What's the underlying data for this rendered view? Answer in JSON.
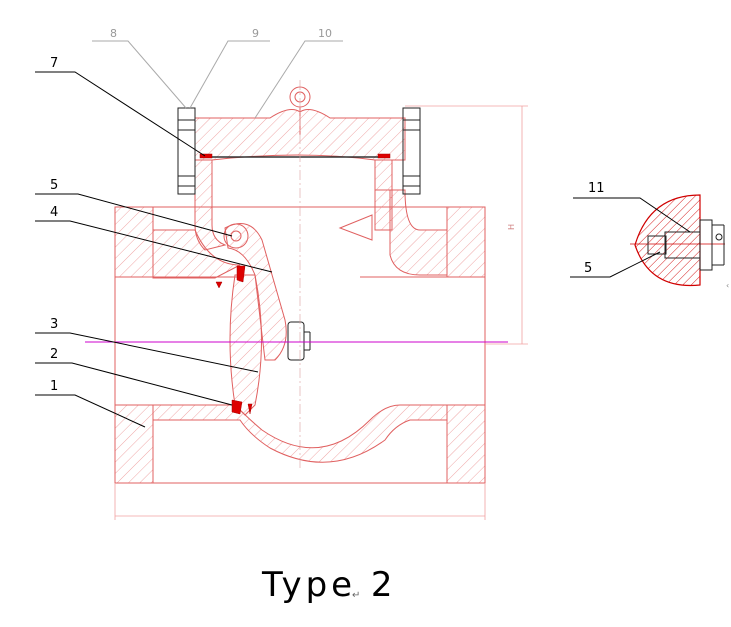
{
  "caption": "Type 2",
  "caption_mark": "↵",
  "detail_mark": "‹",
  "height_dim_mark": "H",
  "colors": {
    "body": "#e06060",
    "seal": "#dd0000",
    "axis": "#cc00cc",
    "leader": "#000000",
    "leader_faded": "#aaaaaa"
  },
  "callouts": [
    {
      "id": "1",
      "label": "1"
    },
    {
      "id": "2",
      "label": "2"
    },
    {
      "id": "3",
      "label": "3"
    },
    {
      "id": "4",
      "label": "4"
    },
    {
      "id": "5",
      "label": "5"
    },
    {
      "id": "7",
      "label": "7"
    },
    {
      "id": "8",
      "label": "8"
    },
    {
      "id": "9",
      "label": "9"
    },
    {
      "id": "10",
      "label": "10"
    }
  ],
  "detail_callouts": [
    {
      "id": "11",
      "label": "11"
    },
    {
      "id": "5",
      "label": "5"
    }
  ]
}
